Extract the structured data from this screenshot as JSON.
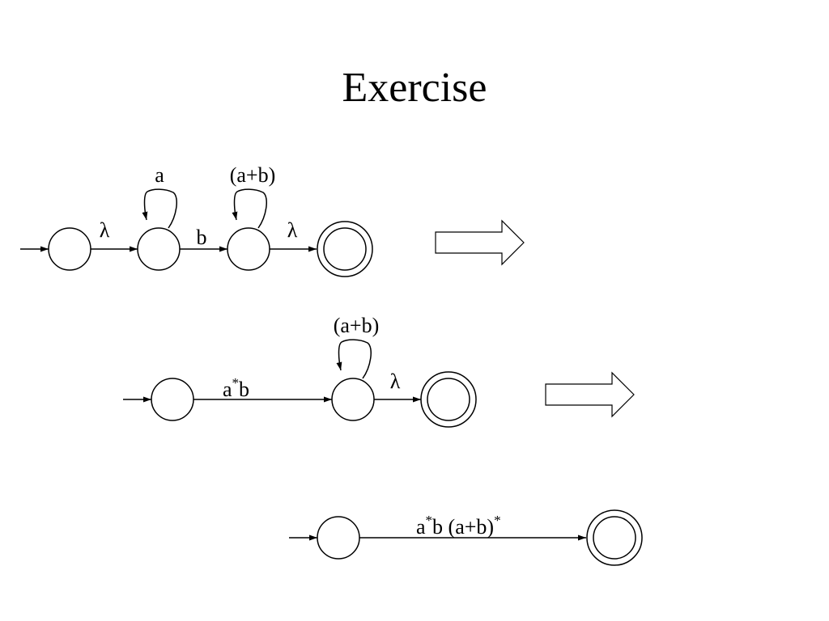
{
  "slide": {
    "title": "Exercise"
  },
  "diagram1": {
    "edge_lambda_1": "λ",
    "edge_b": "b",
    "edge_lambda_2": "λ",
    "loop_a": "a",
    "loop_ab": "(a+b)"
  },
  "diagram2": {
    "edge_astar_b_base1": "a",
    "edge_astar_b_sup": "*",
    "edge_astar_b_base2": "b",
    "edge_lambda": "λ",
    "loop_ab": "(a+b)"
  },
  "diagram3": {
    "regex_part1": "a",
    "regex_sup1": "*",
    "regex_part2": "b (a+b)",
    "regex_sup2": "*"
  }
}
